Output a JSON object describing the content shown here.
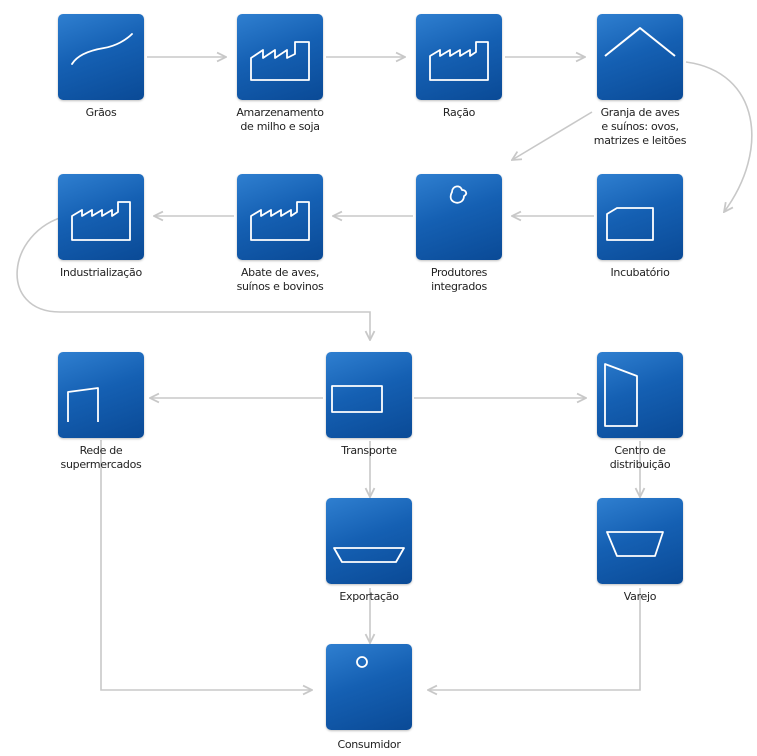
{
  "colors": {
    "node_fill": "#1560b3",
    "connector": "#c8c8c8",
    "label_text": "#222222"
  },
  "nodes": [
    {
      "id": "graos",
      "icon": "grains-icon",
      "lines": [
        "Grãos"
      ]
    },
    {
      "id": "armazenamento",
      "icon": "warehouse-icon",
      "lines": [
        "Amarzenamento",
        "de milho e soja"
      ]
    },
    {
      "id": "racao",
      "icon": "factory-icon",
      "lines": [
        "Ração"
      ]
    },
    {
      "id": "granja",
      "icon": "farm-barn-icon",
      "lines": [
        "Granja de aves",
        "e suínos: ovos,",
        "matrizes e leitões"
      ]
    },
    {
      "id": "industrializacao",
      "icon": "factory-icon",
      "lines": [
        "Industrialização"
      ]
    },
    {
      "id": "abate",
      "icon": "factory-icon",
      "lines": [
        "Abate de aves,",
        "suínos e bovinos"
      ]
    },
    {
      "id": "produtores",
      "icon": "livestock-icon",
      "lines": [
        "Produtores",
        "integrados"
      ]
    },
    {
      "id": "incubatorio",
      "icon": "hatchery-icon",
      "lines": [
        "Incubatório"
      ]
    },
    {
      "id": "supermercados",
      "icon": "supermarket-icon",
      "lines": [
        "Rede de",
        "supermercados"
      ]
    },
    {
      "id": "transporte",
      "icon": "truck-icon",
      "lines": [
        "Transporte"
      ]
    },
    {
      "id": "distribuicao",
      "icon": "distribution-center-icon",
      "lines": [
        "Centro de",
        "distribuição"
      ]
    },
    {
      "id": "exportacao",
      "icon": "ship-icon",
      "lines": [
        "Exportação"
      ]
    },
    {
      "id": "varejo",
      "icon": "shopping-cart-icon",
      "lines": [
        "Varejo"
      ]
    },
    {
      "id": "consumidor",
      "icon": "family-icon",
      "lines": [
        "Consumidor"
      ]
    }
  ],
  "edges": [
    {
      "from": "graos",
      "to": "armazenamento"
    },
    {
      "from": "armazenamento",
      "to": "racao"
    },
    {
      "from": "racao",
      "to": "granja"
    },
    {
      "from": "granja",
      "to": "incubatorio"
    },
    {
      "from": "granja",
      "to": "produtores"
    },
    {
      "from": "incubatorio",
      "to": "produtores"
    },
    {
      "from": "produtores",
      "to": "abate"
    },
    {
      "from": "abate",
      "to": "industrializacao"
    },
    {
      "from": "industrializacao",
      "to": "transporte"
    },
    {
      "from": "transporte",
      "to": "supermercados"
    },
    {
      "from": "transporte",
      "to": "distribuicao"
    },
    {
      "from": "transporte",
      "to": "exportacao"
    },
    {
      "from": "exportacao",
      "to": "consumidor"
    },
    {
      "from": "distribuicao",
      "to": "varejo"
    },
    {
      "from": "supermercados",
      "to": "consumidor"
    },
    {
      "from": "varejo",
      "to": "consumidor"
    }
  ]
}
